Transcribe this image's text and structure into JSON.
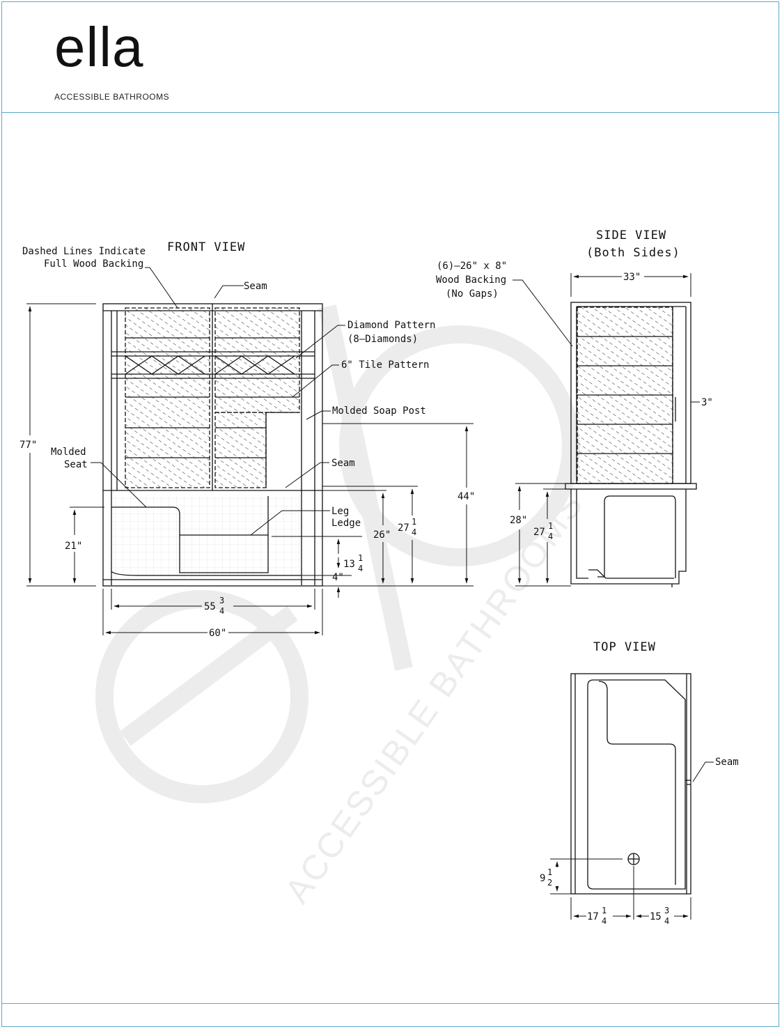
{
  "brand": {
    "logo_text": "ella",
    "subtitle": "ACCESSIBLE BATHROOMS"
  },
  "watermark": {
    "text": "ACCESSIBLE BATHROOMS"
  },
  "front_view": {
    "title": "FRONT VIEW",
    "labels": {
      "dashed_1": "Dashed Lines Indicate",
      "dashed_2": "Full Wood Backing",
      "seam_top": "Seam",
      "diamond_1": "Diamond Pattern",
      "diamond_2": "(8–Diamonds)",
      "tile": "6\" Tile Pattern",
      "soap": "Molded Soap Post",
      "seam_mid": "Seam",
      "seat_1": "Molded",
      "seat_2": "Seat",
      "leg_1": "Leg",
      "leg_2": "Ledge"
    },
    "dims": {
      "height_total": "77\"",
      "seat_height": "21\"",
      "ledge_height": "26\"",
      "inner_height_whole": "27",
      "inner_height_frac_num": "1",
      "inner_height_frac_den": "4",
      "soap_height": "44\"",
      "step_whole": "13",
      "step_num": "1",
      "step_den": "4",
      "base": "4\"",
      "inner_width_whole": "55",
      "inner_width_num": "3",
      "inner_width_den": "4",
      "outer_width": "60\""
    }
  },
  "side_view": {
    "title_1": "SIDE VIEW",
    "title_2": "(Both Sides)",
    "labels": {
      "backing_1": "(6)–26\" x 8\"",
      "backing_2": "Wood Backing",
      "backing_3": "(No Gaps)"
    },
    "dims": {
      "depth": "33\"",
      "flange": "3\"",
      "height_outer": "28\"",
      "height_inner_whole": "27",
      "height_inner_num": "1",
      "height_inner_den": "4"
    }
  },
  "top_view": {
    "title": "TOP VIEW",
    "labels": {
      "seam": "Seam"
    },
    "dims": {
      "drain_y_whole": "9",
      "drain_y_num": "1",
      "drain_y_den": "2",
      "left_whole": "17",
      "left_num": "1",
      "left_den": "4",
      "right_whole": "15",
      "right_num": "3",
      "right_den": "4"
    }
  },
  "colors": {
    "frame": "#5aa9c9",
    "line": "#111111",
    "watermark": "#ececec"
  }
}
